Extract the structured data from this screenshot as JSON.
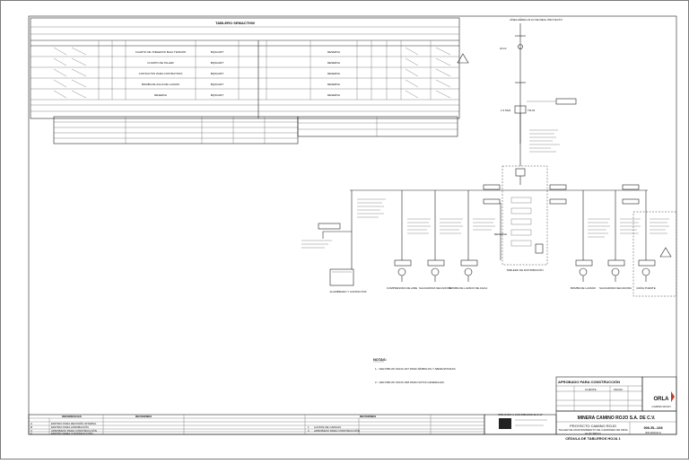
{
  "board": {
    "title": "TABLERO SEMACTHW",
    "rows": [
      {
        "desc": "CUARTO DE TABLEROS BAJA TENSION",
        "load": "BQSUART"
      },
      {
        "desc": "CUARTO DE TALLER",
        "load": "BQSUART"
      },
      {
        "desc": "CONTACTOS PARA CONTRATISTA",
        "load": "BQSUART"
      },
      {
        "desc": "BOMBA DE AGUA DE LAVADO",
        "load": "BQSUART"
      },
      {
        "desc": "RESERVA",
        "load": "BQSUART"
      }
    ],
    "rows_right": [
      "RESERVA",
      "RESERVA",
      "RESERVA",
      "RESERVA",
      "RESERVA"
    ]
  },
  "single_line": {
    "source_label": "LÍNEA AÉREA 23 kV DE REAL PROYECTO",
    "transformer": "TR-01",
    "feeders": [
      {
        "id": "ALUMBRADO Y CONTACTOS"
      },
      {
        "id": "COMPRESORA DE AIRE"
      },
      {
        "id": "SALDADORA SECADORA"
      },
      {
        "id": "BOMBA DE LAVADO DE AGUA"
      },
      {
        "id": "RESERVA"
      },
      {
        "id": "BOMBA DE LAVADO"
      },
      {
        "id": "SALDADORA SECADORA"
      },
      {
        "id": "GRÚA PUENTE"
      }
    ],
    "board_label": "TABLERO DE DISTRIBUCIÓN",
    "panel_label": "ALUMBRADO Y CONTACTOS"
  },
  "notes": {
    "title": "NOTAS:",
    "items": [
      "1.- VER DIBUJO 0104C-007 PARA SÍMBOLOS Y ABREVIATURAS.",
      "2.- VER DIBUJO 0104C-008 PARA NOTAS GENERALES."
    ]
  },
  "approval": {
    "stamp": "APROBADO PARA CONSTRUCCIÓN",
    "fields": [
      "CLIENTE",
      "FECHA"
    ]
  },
  "title_block": {
    "logo": "ORLA",
    "logo_sub": "CAMINO ROJO",
    "company": "MINERA CAMINO ROJO S.A. DE C.V.",
    "project": "PROYECTO CAMINO ROJO",
    "desc1": "TALLER DE MANTENIMIENTO DE CAMIONES DE MINA",
    "desc2": "ELÉCTRICO",
    "desc3": "CÉDULA DE TABLEROS HOJA 1",
    "drawing_no": "906-EL-108",
    "scale": "SIN ESCALA",
    "dwg_footer": "DIBUJADO A LOS DIBUJOS 11-6-17"
  },
  "revisions": {
    "header_left": "REFERENCIAS",
    "header_mid": "REVISIONES",
    "header_right": "REVISIONES",
    "rows": [
      {
        "rev": "A",
        "desc": "EMITIDO PARA REVISIÓN INTERNA"
      },
      {
        "rev": "B",
        "desc": "EMITIDO PARA APROBACIÓN"
      },
      {
        "rev": "C",
        "desc": "APROBADO PARA CONSTRUCCIÓN"
      },
      {
        "rev": "0",
        "desc": "EMITIDO PARA CONSTRUCCIÓN"
      }
    ],
    "mid_rows": [
      {
        "rev": "1",
        "desc": "AJUSTE DE CARGAS"
      },
      {
        "rev": "2",
        "desc": "APROBADO PARA CONSTRUCCIÓN"
      }
    ]
  }
}
